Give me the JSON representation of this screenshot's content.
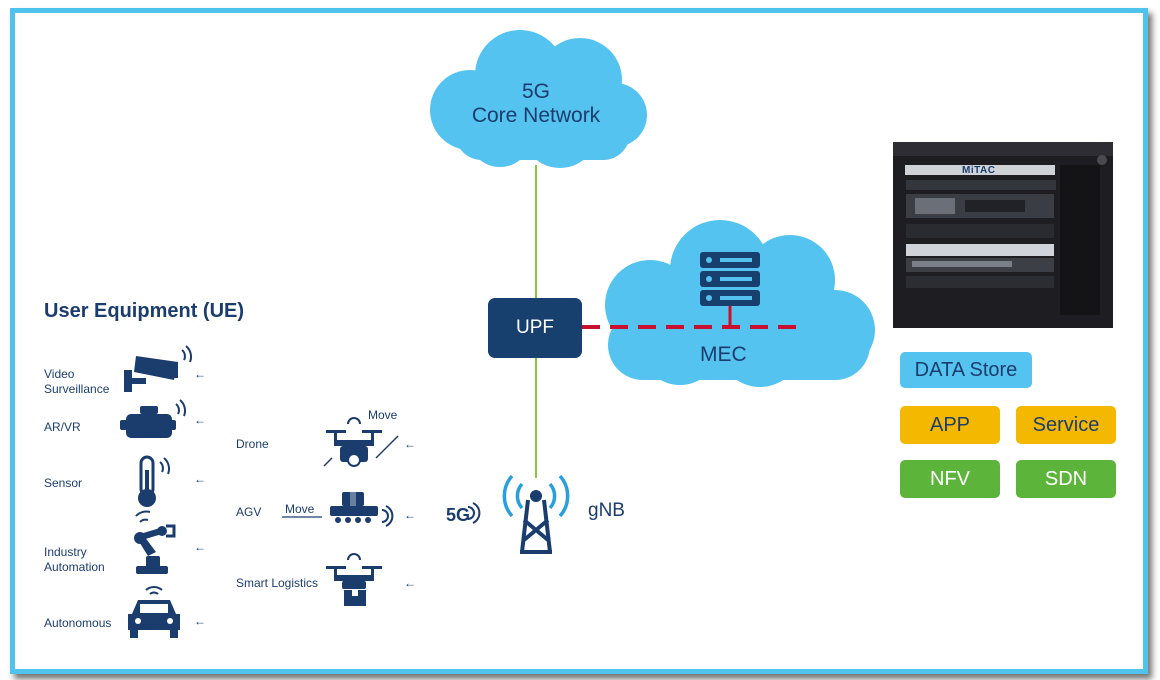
{
  "ue": {
    "title": "User Equipment (UE)",
    "items": [
      {
        "label_line1": "Video",
        "label_line2": "Surveillance",
        "icon": "camera-icon"
      },
      {
        "label_line1": "AR/VR",
        "label_line2": "",
        "icon": "vr-headset-icon"
      },
      {
        "label_line1": "Sensor",
        "label_line2": "",
        "icon": "thermometer-icon"
      },
      {
        "label_line1": "Industry",
        "label_line2": "Automation",
        "icon": "robot-arm-icon"
      },
      {
        "label_line1": "Autonomous",
        "label_line2": "",
        "icon": "car-icon"
      }
    ],
    "arrow": "←"
  },
  "mobile": {
    "drone": {
      "label": "Drone",
      "move": "Move",
      "icon": "drone-icon"
    },
    "agv": {
      "label": "AGV",
      "move": "Move",
      "icon": "agv-icon"
    },
    "logistics": {
      "label": "Smart Logistics",
      "icon": "delivery-drone-icon"
    },
    "arrow": "←"
  },
  "network": {
    "core_line1": "5G",
    "core_line2": "Core Network",
    "upf": "UPF",
    "mec": "MEC",
    "fiveg": "5G",
    "gnb": "gNB"
  },
  "rack": {
    "brand": "MiTAC"
  },
  "services": {
    "store": "DATA Store",
    "app": "APP",
    "service": "Service",
    "nfv": "NFV",
    "sdn": "SDN"
  },
  "colors": {
    "navy": "#1b3d6e",
    "cloud": "#55c3ef",
    "link_green": "#8cc63f",
    "dashed_red": "#c8102e",
    "yellow": "#f5b800",
    "green": "#5cb53a",
    "frame": "#4fc3ec"
  }
}
